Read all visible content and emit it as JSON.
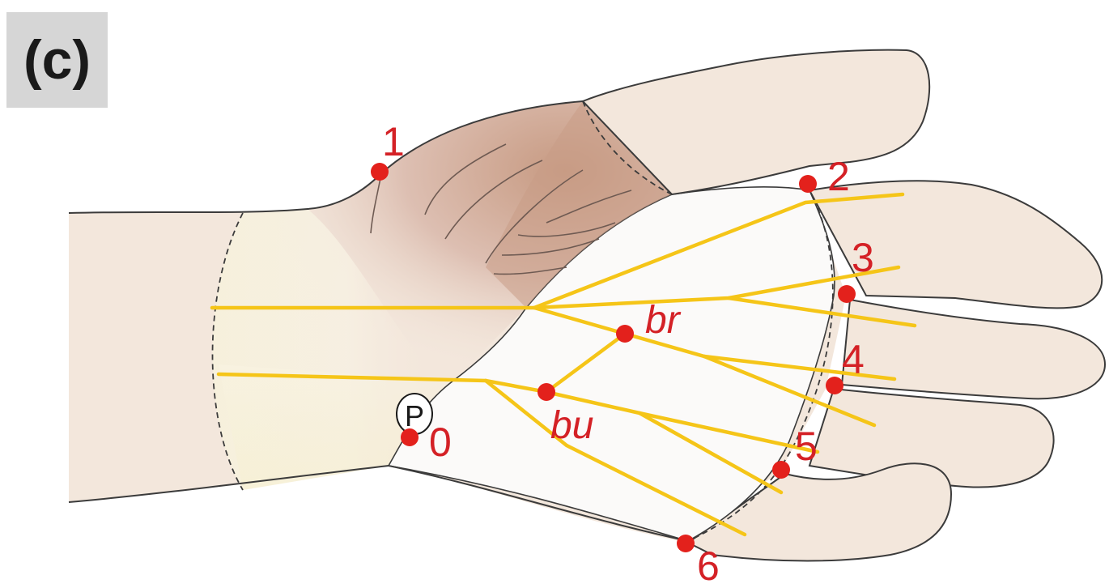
{
  "panel_label": "(c)",
  "p_marker": "P",
  "points": [
    "0",
    "1",
    "2",
    "3",
    "4",
    "5",
    "6"
  ],
  "branches": {
    "radial": "br",
    "ulnar": "bu"
  },
  "colors": {
    "skin": "#f3e7dc",
    "dorsal_skin": "#c99c86",
    "palm": "#fbfaf9",
    "nerve": "#f5c518",
    "point": "#e3211c",
    "label": "#d42126",
    "outline": "#3b3b3b"
  }
}
